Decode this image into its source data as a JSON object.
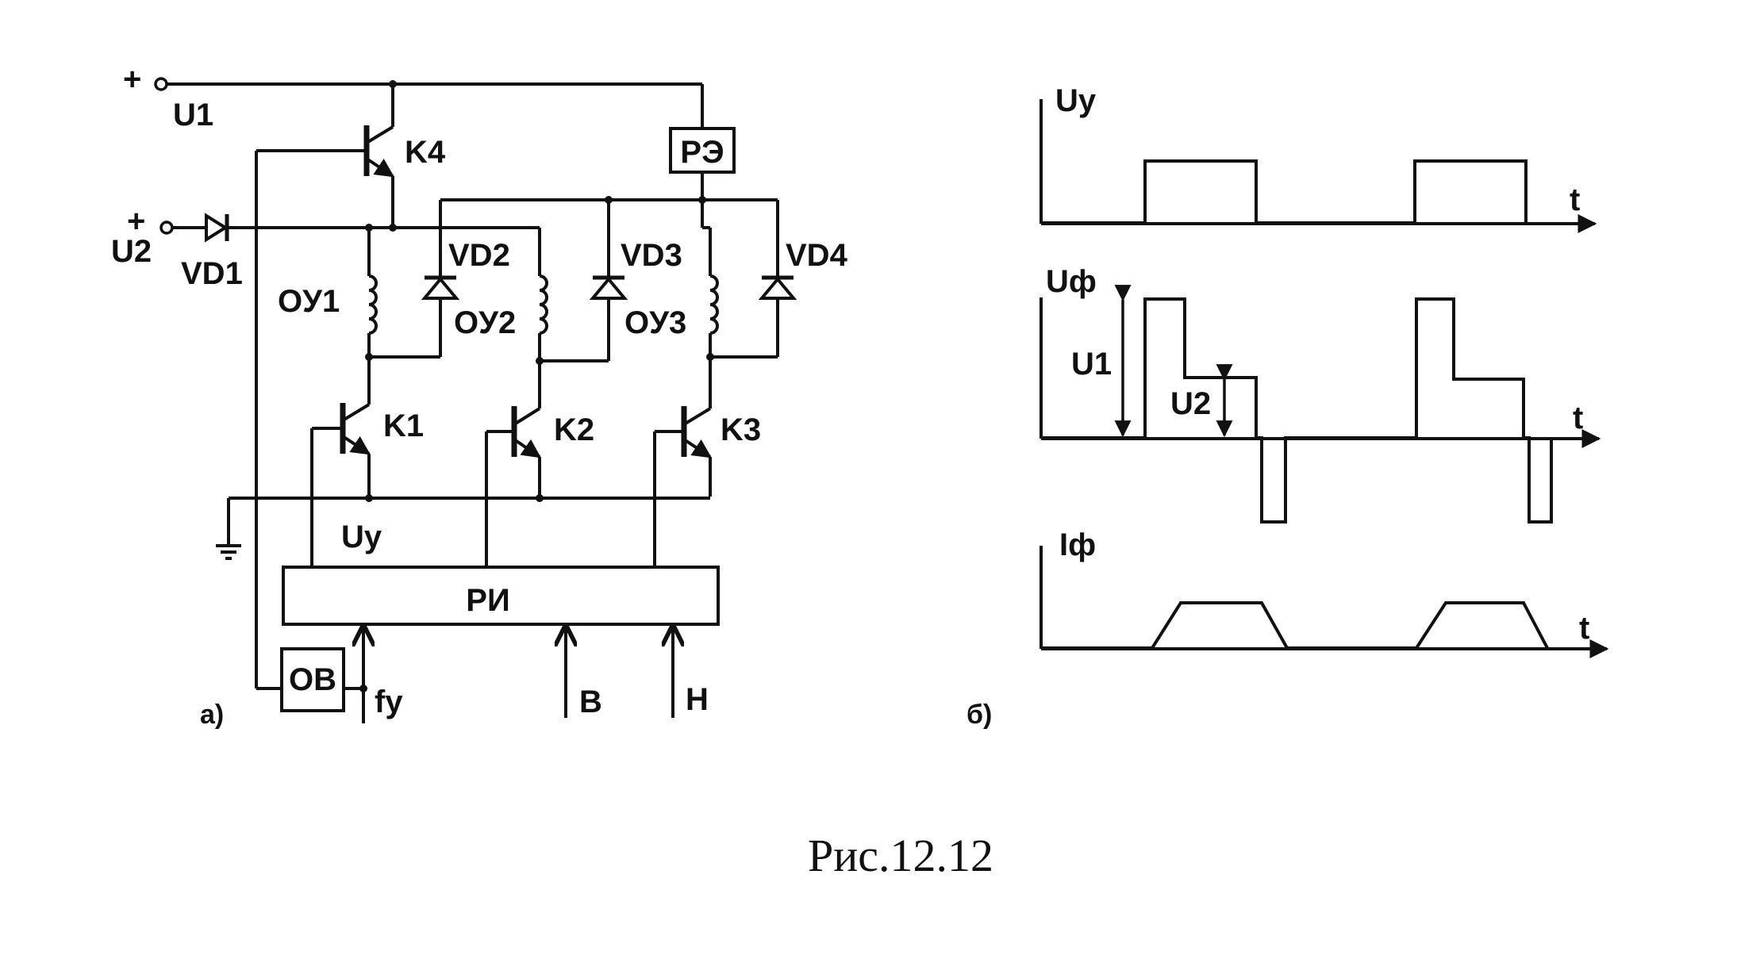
{
  "figure": {
    "caption": "Рис.12.12",
    "panel_a_label": "а)",
    "panel_b_label": "б)"
  },
  "circuit": {
    "supply_1": {
      "sign": "+",
      "label": "U1"
    },
    "supply_2": {
      "sign": "+",
      "label": "U2"
    },
    "transistors": [
      "K4",
      "K1",
      "K2",
      "K3"
    ],
    "diodes": [
      "VD1",
      "VD2",
      "VD3",
      "VD4"
    ],
    "windings": [
      "OУ1",
      "OУ2",
      "OУ3"
    ],
    "blocks": {
      "re": "РЭ",
      "ri": "РИ",
      "ov": "OB"
    },
    "signals": {
      "control": "Uy",
      "frequency": "fy",
      "input_b": "B",
      "input_h": "H"
    }
  },
  "waveforms": {
    "uy": {
      "label": "Uy",
      "time_label": "t"
    },
    "uf": {
      "label": "Uф",
      "time_label": "t",
      "level_1": "U1",
      "level_2": "U2"
    },
    "if": {
      "label": "Iф",
      "time_label": "t"
    }
  }
}
